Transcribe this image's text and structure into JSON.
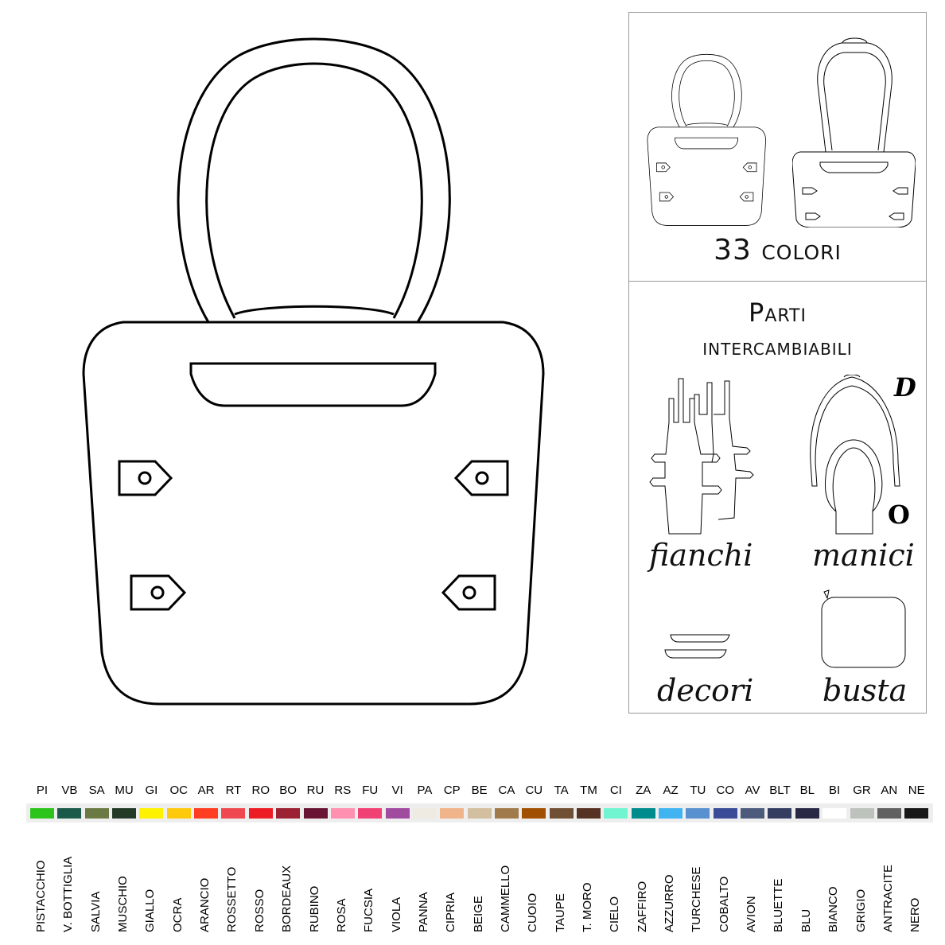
{
  "panel": {
    "colors_title": "33 colori",
    "parts_title_line1": "Parti",
    "parts_title_line2": "intercambiabili",
    "parts": [
      {
        "label": "fianchi"
      },
      {
        "label": "manici"
      },
      {
        "label": "decori"
      },
      {
        "label": "busta"
      }
    ],
    "handle_letters": [
      "D",
      "O"
    ]
  },
  "palette": [
    {
      "code": "PI",
      "name": "PISTACCHIO",
      "color": "#2cc41a"
    },
    {
      "code": "VB",
      "name": "V. BOTTIGLIA",
      "color": "#1b5a4a"
    },
    {
      "code": "SA",
      "name": "SALVIA",
      "color": "#6b7a45"
    },
    {
      "code": "MU",
      "name": "MUSCHIO",
      "color": "#233a27"
    },
    {
      "code": "GI",
      "name": "GIALLO",
      "color": "#fff200"
    },
    {
      "code": "OC",
      "name": "OCRA",
      "color": "#ffc90e"
    },
    {
      "code": "AR",
      "name": "ARANCIO",
      "color": "#ff3d21"
    },
    {
      "code": "RT",
      "name": "ROSSETTO",
      "color": "#f04850"
    },
    {
      "code": "RO",
      "name": "ROSSO",
      "color": "#ed1c24"
    },
    {
      "code": "BO",
      "name": "BORDEAUX",
      "color": "#9b2133"
    },
    {
      "code": "RU",
      "name": "RUBINO",
      "color": "#6a1433"
    },
    {
      "code": "RS",
      "name": "ROSA",
      "color": "#ff90b0"
    },
    {
      "code": "FU",
      "name": "FUCSIA",
      "color": "#f04074"
    },
    {
      "code": "VI",
      "name": "VIOLA",
      "color": "#a04aa0"
    },
    {
      "code": "PA",
      "name": "PANNA",
      "color": "#efebe3"
    },
    {
      "code": "CP",
      "name": "CIPRIA",
      "color": "#f0b48a"
    },
    {
      "code": "BE",
      "name": "BEIGE",
      "color": "#d2bf9f"
    },
    {
      "code": "CA",
      "name": "CAMMELLO",
      "color": "#a07a4a"
    },
    {
      "code": "CU",
      "name": "CUOIO",
      "color": "#a05000"
    },
    {
      "code": "TA",
      "name": "TAUPE",
      "color": "#705034"
    },
    {
      "code": "TM",
      "name": "T. MORO",
      "color": "#553224"
    },
    {
      "code": "CI",
      "name": "CIELO",
      "color": "#70f5d0"
    },
    {
      "code": "ZA",
      "name": "ZAFFIRO",
      "color": "#008c8c"
    },
    {
      "code": "AZ",
      "name": "AZZURRO",
      "color": "#40b4f0"
    },
    {
      "code": "TU",
      "name": "TURCHESE",
      "color": "#5890d0"
    },
    {
      "code": "CO",
      "name": "COBALTO",
      "color": "#3a4c98"
    },
    {
      "code": "AV",
      "name": "AVION",
      "color": "#4c5a7c"
    },
    {
      "code": "BLT",
      "name": "BLUETTE",
      "color": "#343e60"
    },
    {
      "code": "BL",
      "name": "BLU",
      "color": "#282844"
    },
    {
      "code": "BI",
      "name": "BIANCO",
      "color": "#ffffff"
    },
    {
      "code": "GR",
      "name": "GRIGIO",
      "color": "#bec2bc"
    },
    {
      "code": "AN",
      "name": "ANTRACITE",
      "color": "#606060"
    },
    {
      "code": "NE",
      "name": "NERO",
      "color": "#181818"
    }
  ]
}
